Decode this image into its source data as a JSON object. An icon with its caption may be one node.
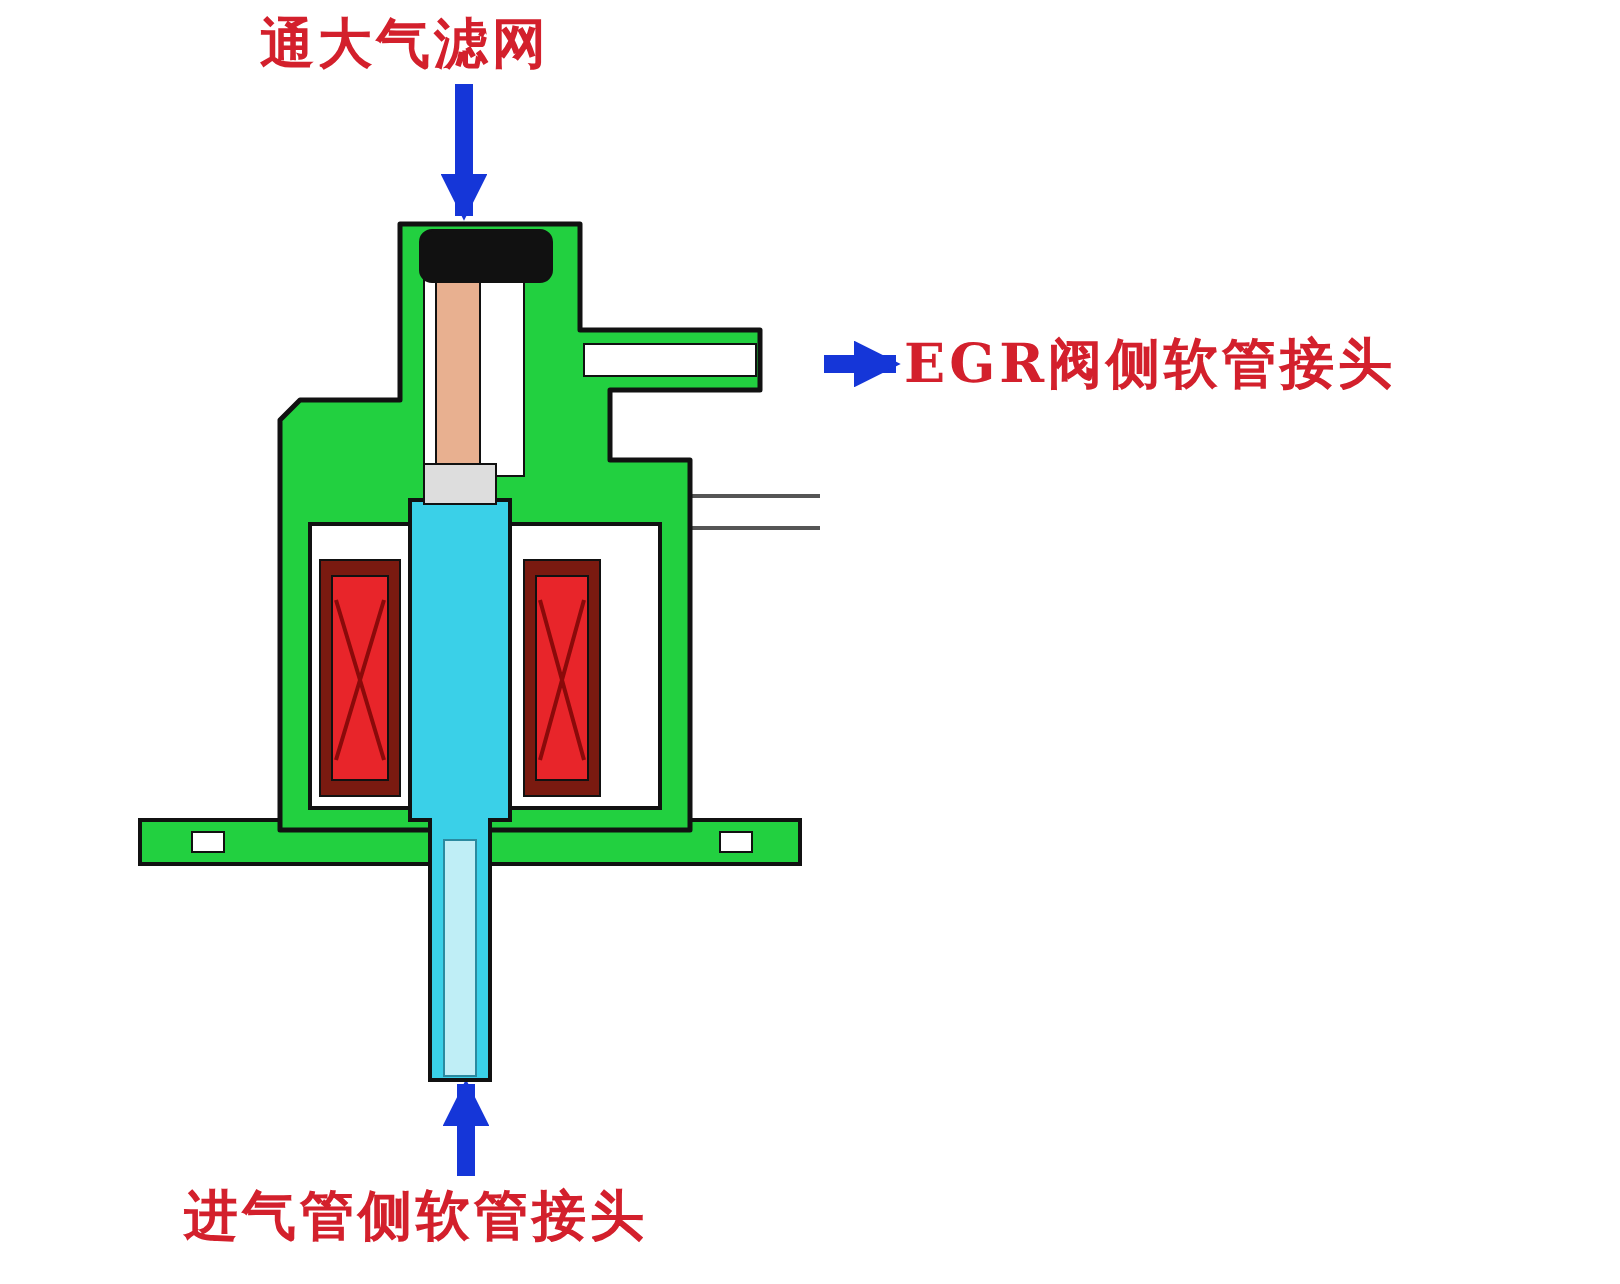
{
  "diagram": {
    "nodes": [
      {
        "text": [
          "通大气滤网"
        ]
      },
      {
        "text": [],
        "shape": "picture"
      },
      {
        "text": [
          "EGR阀侧软管接头"
        ]
      },
      {
        "text": [
          "进气管侧软管接头"
        ]
      }
    ],
    "edges": [
      {
        "from": 0,
        "to": 1,
        "arrow": "to"
      },
      {
        "from": 1,
        "to": 2,
        "arrow": "to"
      },
      {
        "from": 3,
        "to": 1,
        "arrow": "to"
      }
    ]
  }
}
